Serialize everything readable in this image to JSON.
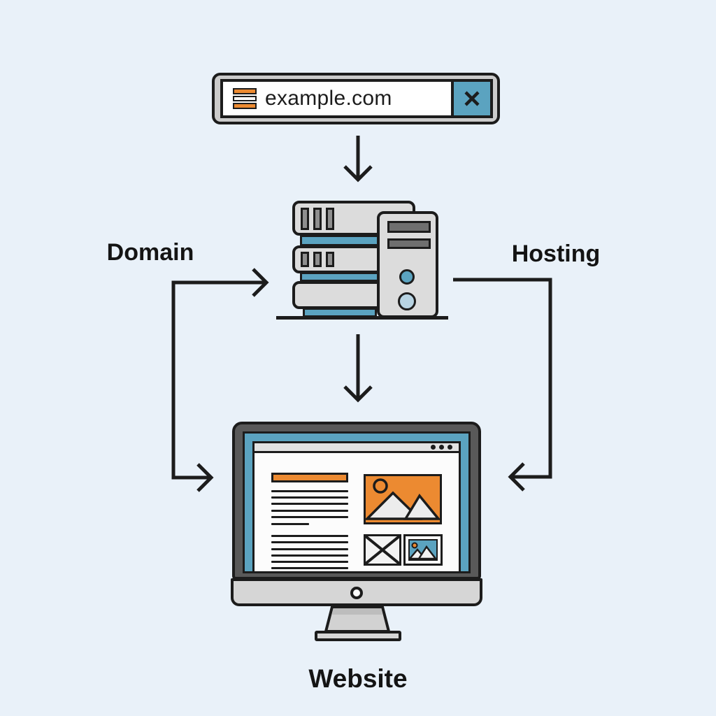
{
  "title": "domain-hosting-website-diagram",
  "background": "#e9f1f9",
  "colors": {
    "outline": "#1c1c1c",
    "orange": "#ec8a31",
    "blue": "#5ba3c0",
    "light_blue": "#b7d3e2",
    "bar_gray": "#cbcbcb",
    "unit_gray": "#dcdcdc",
    "monitor_gray": "#595959",
    "slot_gray": "#8f8f8f"
  },
  "address_bar": {
    "url": "example.com",
    "menu_icon": "hamburger-icon",
    "close_icon": "close-x-icon"
  },
  "labels": {
    "domain": "Domain",
    "hosting": "Hosting",
    "website": "Website"
  },
  "diagram": {
    "flow": [
      "browser-address-bar",
      "hosting-server",
      "website-monitor"
    ],
    "edges": [
      {
        "from": "browser-address-bar",
        "to": "hosting-server",
        "type": "arrow-down"
      },
      {
        "from": "hosting-server",
        "to": "website-monitor",
        "type": "arrow-down"
      },
      {
        "label": "Domain",
        "type": "elbow-connector-left",
        "points_to": [
          "hosting-server",
          "website-monitor"
        ]
      },
      {
        "label": "Hosting",
        "type": "elbow-connector-right",
        "points_to": [
          "website-monitor"
        ]
      }
    ]
  }
}
